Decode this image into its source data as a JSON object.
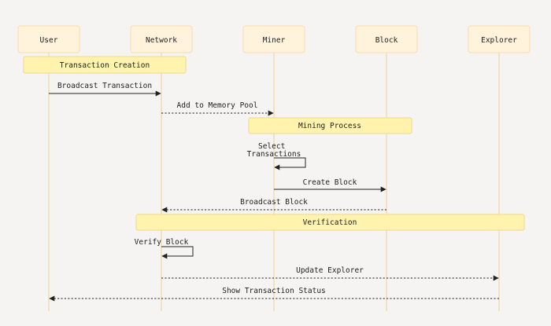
{
  "participants": [
    {
      "id": "user",
      "label": "User"
    },
    {
      "id": "network",
      "label": "Network"
    },
    {
      "id": "miner",
      "label": "Miner"
    },
    {
      "id": "block",
      "label": "Block"
    },
    {
      "id": "explorer",
      "label": "Explorer"
    }
  ],
  "notes": {
    "transaction_creation": "Transaction Creation",
    "mining_process": "Mining Process",
    "verification": "Verification"
  },
  "messages": {
    "broadcast_transaction": "Broadcast Transaction",
    "add_to_memory_pool": "Add to Memory Pool",
    "select_transactions": [
      "Select",
      "Transactions"
    ],
    "create_block": "Create Block",
    "broadcast_block": "Broadcast Block",
    "verify_block": "Verify Block",
    "update_explorer": "Update Explorer",
    "show_transaction_status": "Show Transaction Status"
  }
}
